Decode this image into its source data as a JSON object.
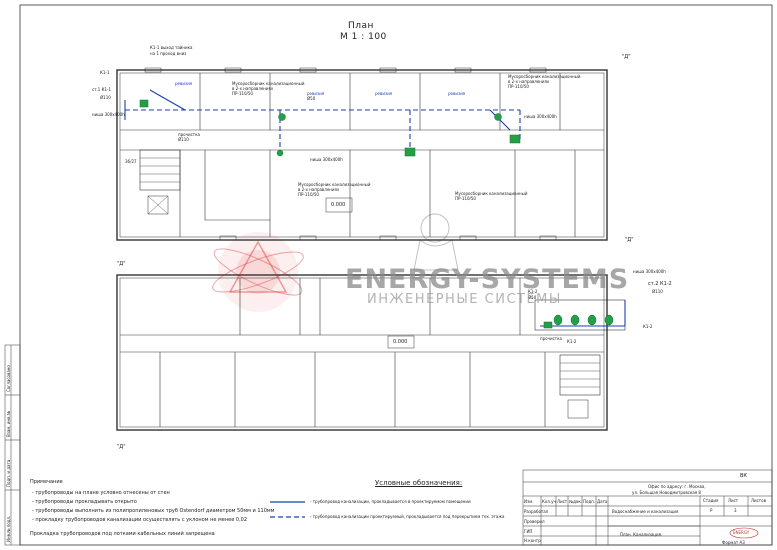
{
  "plan": {
    "title": "План",
    "scale": "М 1 : 100",
    "axis_label": "\"Д\"",
    "area_value": "0.000",
    "stair_label": "36/27"
  },
  "pipe_labels": {
    "k1_vent": "К1-1 выход тайника",
    "k1_vent_sub": "на 1 проход вниз",
    "st_k1_1": "ст.1 К1-1",
    "k1_1": "К1-1",
    "k1_2": "К1-2",
    "st2_k1_2": "ст.2 К1-2",
    "d110": "Ø110",
    "d50": "Ø50",
    "revision": "ревизия",
    "cleanout": "прочистка",
    "niche": "ниша 300х400h",
    "niche_2": "ниша 300х400h",
    "niche_3": "ниша 300х400h",
    "toilet_note": "Мусоросборник канализационный",
    "toilet_note2": "в 2-х направлениях",
    "code_1": "ПР-110/50",
    "code_2": "ПР-110/50"
  },
  "notes": {
    "heading": "Примечание",
    "items": [
      "- трубопроводы на плане условно отнесены от стен",
      "- трубопроводы прокладывать открыто",
      "- трубопроводы выполнить из полипропиленовых труб Ostendorf диаметром 50мм и 110мм",
      "- прокладку трубопроводов канализации осуществлять с уклоном не менее 0,02"
    ],
    "footer": "Прокладка трубопроводов под лотками кабельных линий запрещена"
  },
  "legend": {
    "title": "Условные обозначения:",
    "items": [
      "- трубопровод канализации, прокладывается в проектируемом помещении",
      "- трубопровод канализации проектируемый, прокладывается под перекрытием тех. этажа"
    ]
  },
  "watermark": {
    "brand": "ENERGY-SYSTEMS",
    "tagline": "ИНЖЕНЕРНЫЕ СИСТЕМЫ"
  },
  "stamp": {
    "code": "ВК",
    "address_1": "Офис по адресу: г. Москва,",
    "address_2": "ул. Большая Новодмитровская 8",
    "section": "Водоснабжение и канализация",
    "sheet_name": "План. Канализация.",
    "stage_h": "Стадия",
    "sheet_h": "Лист",
    "sheets_h": "Листов",
    "stage": "Р",
    "sheet": "3",
    "col_izm": "Изм.",
    "col_kol": "Кол.уч",
    "col_list": "Лист",
    "col_doc": "№док.",
    "col_sign": "Подп.",
    "col_date": "Дата",
    "role_1": "Разработал",
    "role_2": "Проверил",
    "role_3": "ГИП",
    "role_4": "Н.контр",
    "format": "Формат А3",
    "logo": "ENERGY"
  },
  "side_stamp": {
    "f1": "Согласовано",
    "f2": "Взам. инв.№",
    "f3": "Подп. и дата",
    "f4": "Инв.№ подл."
  },
  "colors": {
    "pipe": "#1a3fb0",
    "fixture": "#22a046",
    "watermark_glow": "#e03030",
    "line": "#333333"
  }
}
